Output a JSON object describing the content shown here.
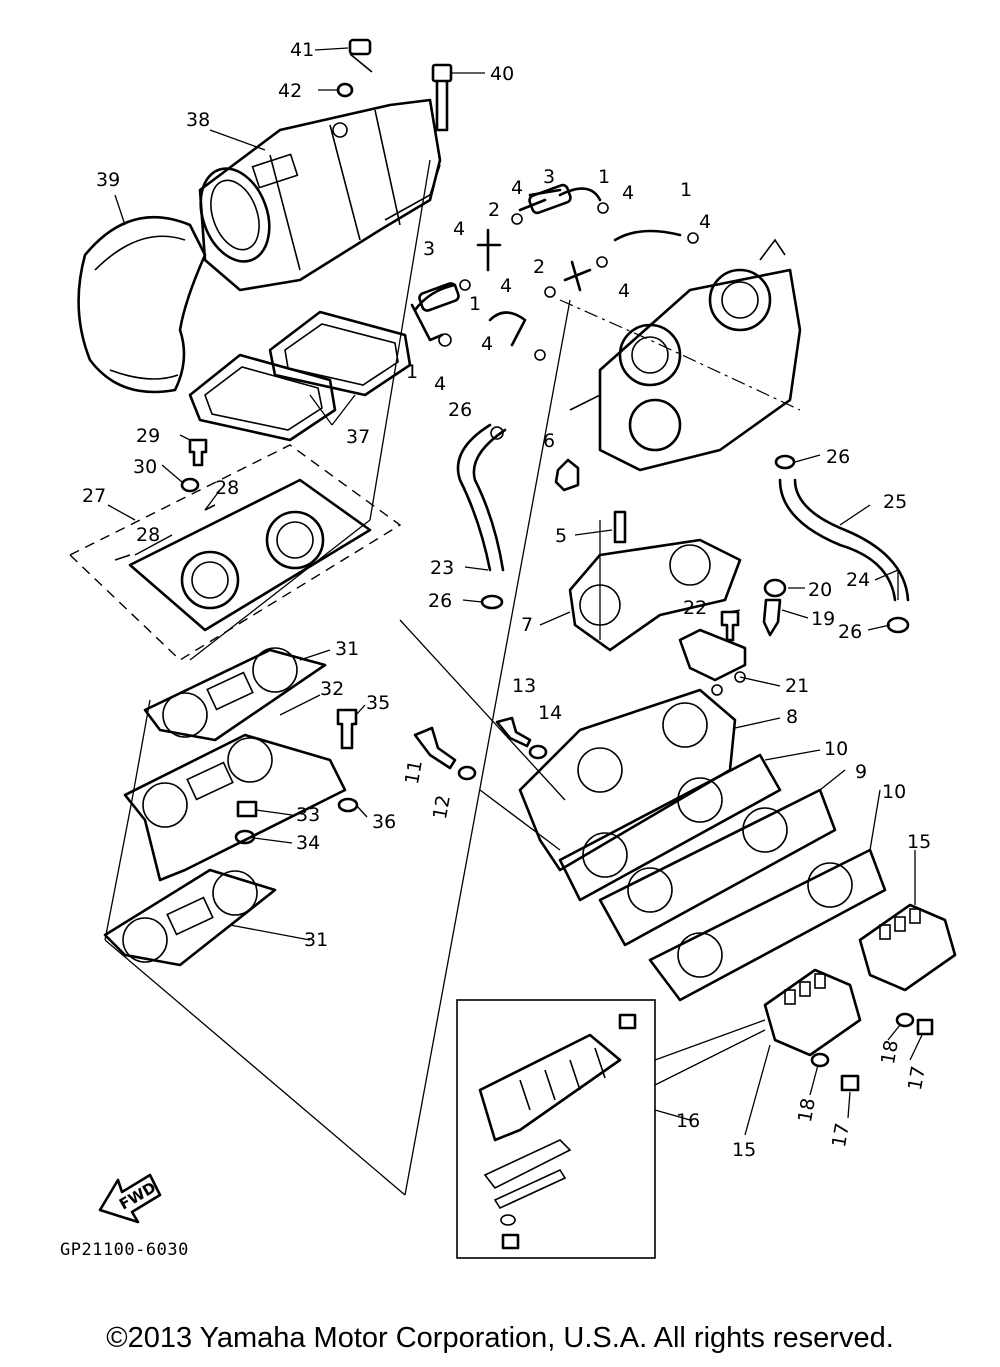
{
  "diagram": {
    "code": "GP21100-6030",
    "fwd_label": "FWD",
    "copyright": "©2013 Yamaha Motor Corporation, U.S.A. All rights reserved.",
    "callouts": [
      "41",
      "42",
      "40",
      "38",
      "39",
      "1",
      "3",
      "4",
      "2",
      "1",
      "4",
      "4",
      "4",
      "3",
      "2",
      "4",
      "4",
      "1",
      "4",
      "1",
      "4",
      "26",
      "37",
      "29",
      "30",
      "28",
      "27",
      "28",
      "6",
      "26",
      "25",
      "5",
      "23",
      "26",
      "20",
      "24",
      "22",
      "19",
      "26",
      "7",
      "31",
      "21",
      "13",
      "14",
      "32",
      "35",
      "8",
      "11",
      "10",
      "33",
      "9",
      "10",
      "12",
      "36",
      "34",
      "15",
      "31",
      "18",
      "17",
      "16",
      "15",
      "18",
      "17"
    ]
  }
}
